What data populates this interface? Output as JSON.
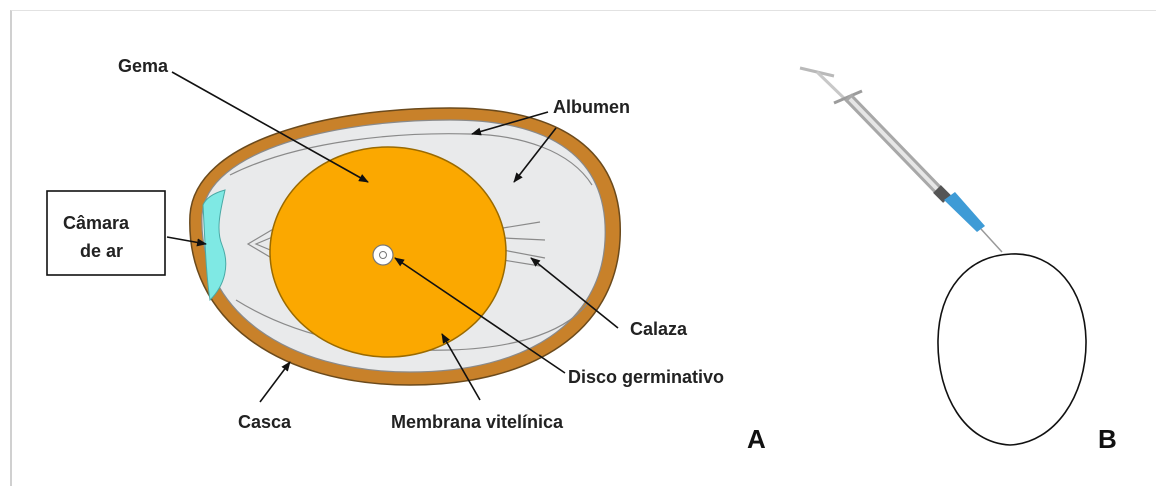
{
  "labels": {
    "gema": "Gema",
    "albumen": "Albumen",
    "camara_line1": "Câmara",
    "camara_line2": "de ar",
    "calaza": "Calaza",
    "disco": "Disco germinativo",
    "casca": "Casca",
    "membrana": "Membrana vitelínica"
  },
  "panels": {
    "a": "A",
    "b": "B"
  },
  "colors": {
    "shell": "#C8812A",
    "albumen": "#E9EAEB",
    "yolk": "#FBA800",
    "air_cell": "#7FE9E4",
    "needle": "#3E9BD6"
  }
}
